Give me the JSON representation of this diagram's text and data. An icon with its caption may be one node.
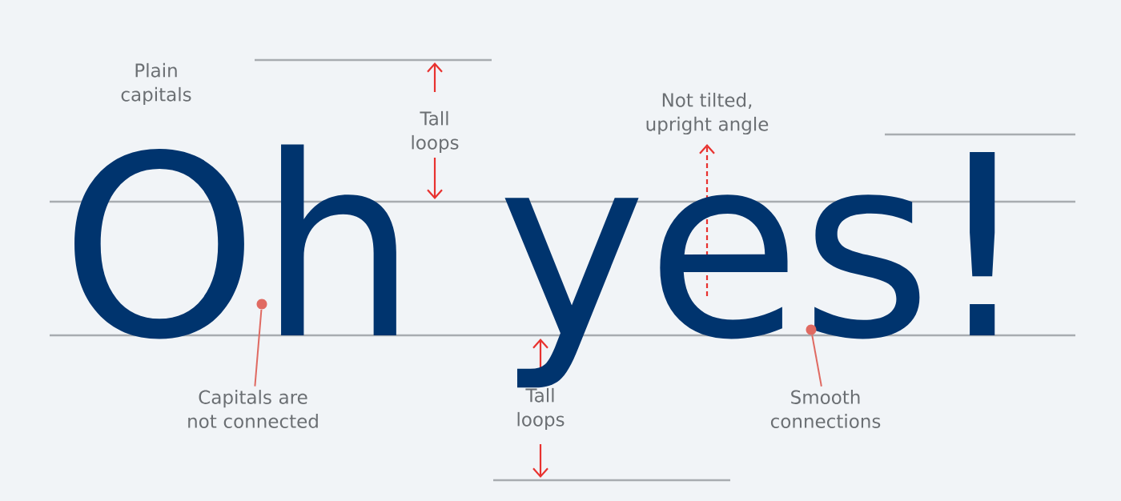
{
  "diagram": {
    "nodes": [
      {
        "text": [
          "Capitals are not connected"
        ]
      },
      {
        "text": [],
        "shape": "circle"
      },
      {
        "text": [
          "Smooth connections"
        ]
      },
      {
        "text": [],
        "shape": "circle"
      }
    ],
    "edges": [
      {
        "from": 0,
        "to": 1,
        "arrow": "none"
      },
      {
        "from": 2,
        "to": 3,
        "arrow": "none"
      }
    ],
    "labels": [
      "Plain capitals",
      "Tall loops",
      "Not tilted, upright angle",
      "Oh yes!",
      "Tall loops"
    ]
  }
}
